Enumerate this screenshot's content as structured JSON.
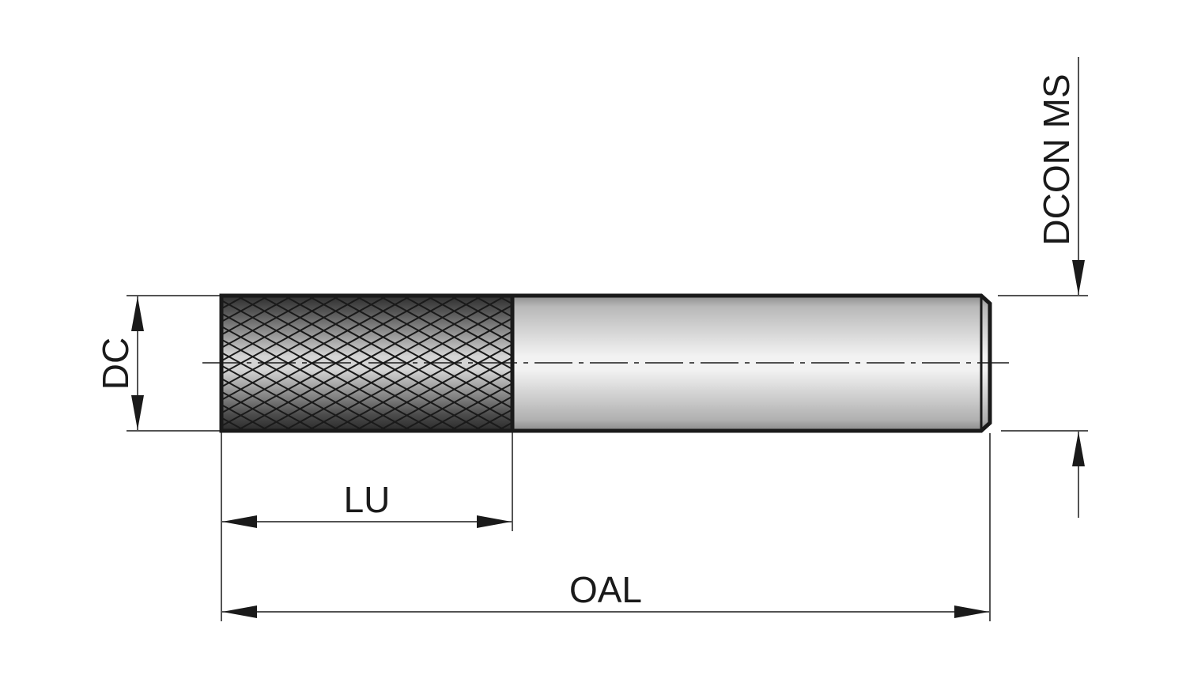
{
  "dimensions": {
    "dc": "DC",
    "lu": "LU",
    "oal": "OAL",
    "dcon_ms": "DCON MS"
  },
  "colors": {
    "outline": "#1a1a1a",
    "shank_light": "#f4f4f4",
    "shank_dark": "#9a9a9a",
    "knurl_light": "#d8d8d8",
    "knurl_dark": "#3a3a3a"
  }
}
